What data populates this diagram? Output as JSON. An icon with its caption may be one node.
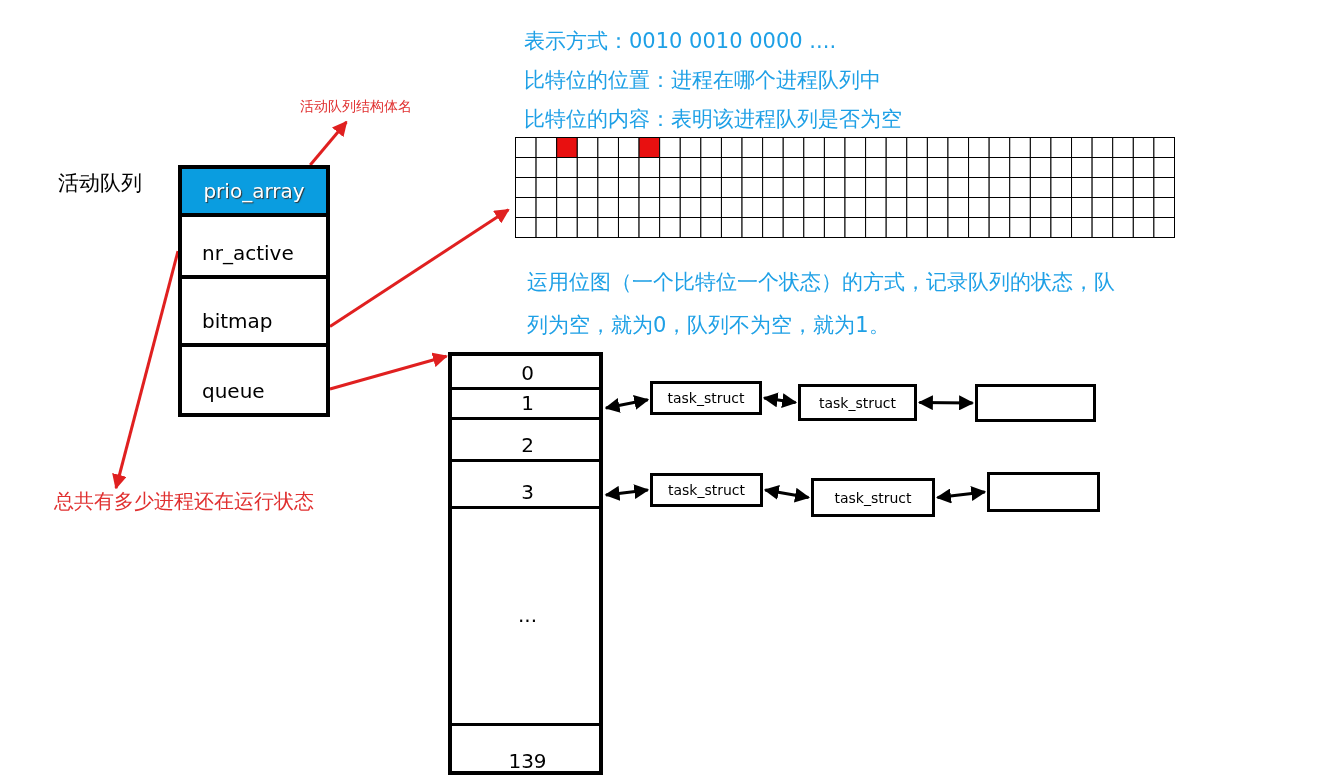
{
  "diagram": {
    "nodes": [
      {
        "text": [
          "活动队列"
        ]
      },
      {
        "text": [
          "prio_array"
        ],
        "in": 0
      },
      {
        "text": [
          "nr_active"
        ],
        "in": 0
      },
      {
        "text": [
          "bitmap"
        ],
        "in": 0
      },
      {
        "text": [
          "queue"
        ],
        "in": 0
      },
      {
        "text": [
          "活动队列结构体名"
        ]
      },
      {
        "text": [
          "总共有多少进程还在运行状态"
        ]
      },
      {
        "text": [],
        "shape": "grid"
      },
      {
        "text": [],
        "shape": "box"
      },
      {
        "text": [
          "0"
        ],
        "in": 8
      },
      {
        "text": [
          "1"
        ],
        "in": 8
      },
      {
        "text": [
          "2"
        ],
        "in": 8
      },
      {
        "text": [
          "3"
        ],
        "in": 8
      },
      {
        "text": [
          "..."
        ],
        "in": 8
      },
      {
        "text": [
          "139"
        ],
        "in": 8
      },
      {
        "text": [
          "task_struct"
        ]
      },
      {
        "text": [
          "task_struct"
        ]
      },
      {
        "text": [],
        "shape": "box"
      },
      {
        "text": [
          "task_struct"
        ]
      },
      {
        "text": [
          "task_struct"
        ]
      },
      {
        "text": [],
        "shape": "box"
      }
    ],
    "edges": [
      {
        "from": 1,
        "to": 5,
        "arrow": "to",
        "color": "#e02020"
      },
      {
        "from": 2,
        "to": 6,
        "arrow": "to",
        "color": "#e02020"
      },
      {
        "from": 3,
        "to": 7,
        "arrow": "to",
        "color": "#e02020"
      },
      {
        "from": 4,
        "to": 8,
        "arrow": "to",
        "color": "#e02020"
      },
      {
        "from": 10,
        "to": 15,
        "arrow": "both"
      },
      {
        "from": 15,
        "to": 16,
        "arrow": "both"
      },
      {
        "from": 16,
        "to": 17,
        "arrow": "both"
      },
      {
        "from": 12,
        "to": 18,
        "arrow": "both"
      },
      {
        "from": 18,
        "to": 19,
        "arrow": "both"
      },
      {
        "from": 19,
        "to": 20,
        "arrow": "both"
      }
    ],
    "labels": [
      "表示方式：0010 0010 0000 ....",
      "比特位的位置：进程在哪个进程队列中",
      "比特位的内容：表明该进程队列是否为空",
      "运用位图（一个比特位一个状态）的方式，记录队列的状态，队列为空，就为0，队列不为空，就为1。"
    ]
  }
}
